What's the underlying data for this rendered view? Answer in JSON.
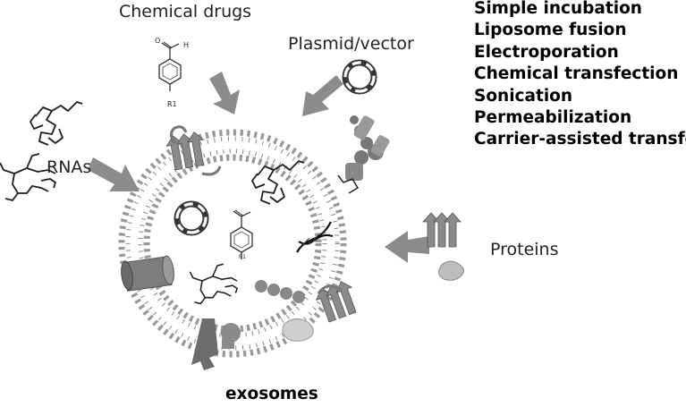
{
  "labels": {
    "chemical_drugs": "Chemical drugs",
    "plasmid": "Plasmid/vector",
    "rnas": "RNAs",
    "proteins": "Proteins",
    "exosomes": "exosomes",
    "r1": "R1",
    "oh": "O",
    "h": "H"
  },
  "methods": [
    "Simple incubation",
    "Liposome fusion",
    "Electroporation",
    "Chemical transfection",
    "Sonication",
    "Permeabilization",
    "Carrier-assisted transfer"
  ],
  "colors": {
    "arrow": "#8c8c8c",
    "lipid_head": "#9a9a9a",
    "cargo": "#7a7a7a",
    "dna": "#111111"
  }
}
